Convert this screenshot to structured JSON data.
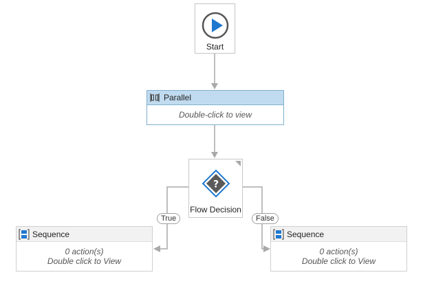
{
  "workflow": {
    "start": {
      "label": "Start"
    },
    "parallel": {
      "title": "Parallel",
      "hint": "Double-click to view"
    },
    "decision": {
      "label": "Flow Decision",
      "true_label": "True",
      "false_label": "False"
    },
    "sequence_left": {
      "title": "Sequence",
      "count": "0 action(s)",
      "hint": "Double click to View"
    },
    "sequence_right": {
      "title": "Sequence",
      "count": "0 action(s)",
      "hint": "Double click to View"
    }
  },
  "icons": {
    "start": "play-circle-icon",
    "parallel": "parallel-icon",
    "decision": "question-diamond-icon",
    "sequence": "sequence-icon"
  },
  "colors": {
    "accent_blue": "#1e78d0",
    "parallel_header": "#c0dbef",
    "connector": "#a9a9a9",
    "decision_diamond": "#5a5a5a"
  }
}
